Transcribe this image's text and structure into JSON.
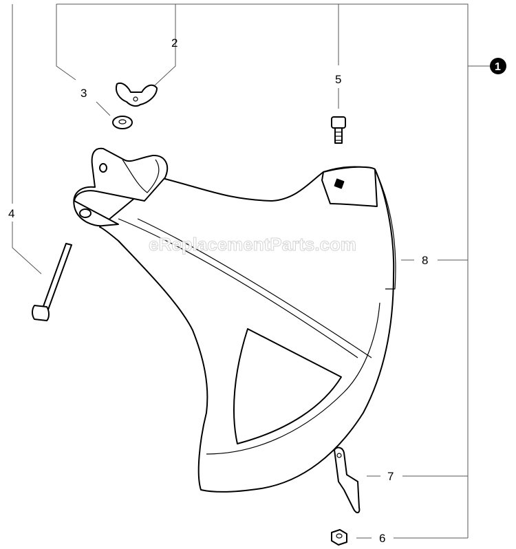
{
  "watermark": "eReplacementParts.com",
  "assembly": {
    "label": "1"
  },
  "callouts": {
    "c2": "2",
    "c3": "3",
    "c4": "4",
    "c5": "5",
    "c6": "6",
    "c7": "7",
    "c8": "8"
  }
}
